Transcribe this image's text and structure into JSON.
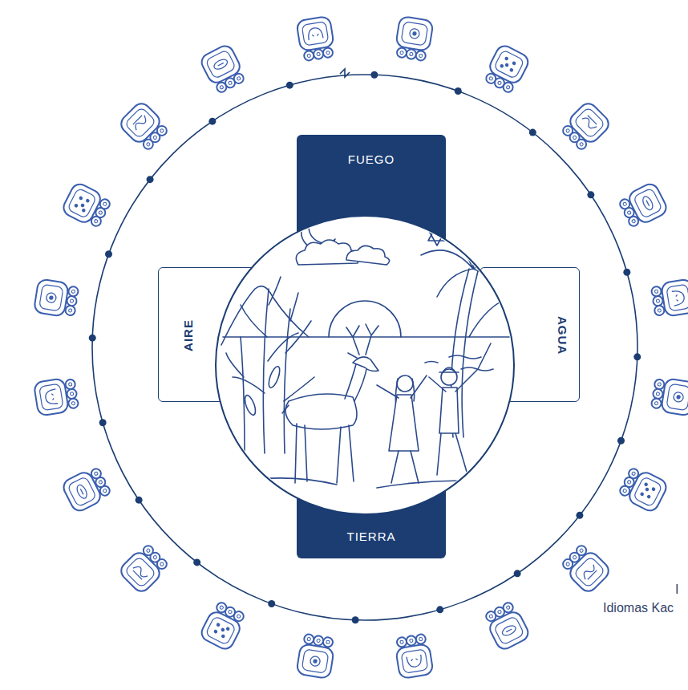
{
  "diagram": {
    "nodes": [
      {
        "text": [
          "FUEGO"
        ]
      },
      {
        "text": [
          "AIRE"
        ]
      },
      {
        "text": [
          "AGUA"
        ]
      },
      {
        "text": [
          "TIERRA"
        ]
      }
    ],
    "labels": [
      "I",
      "Idiomas Kac"
    ]
  }
}
